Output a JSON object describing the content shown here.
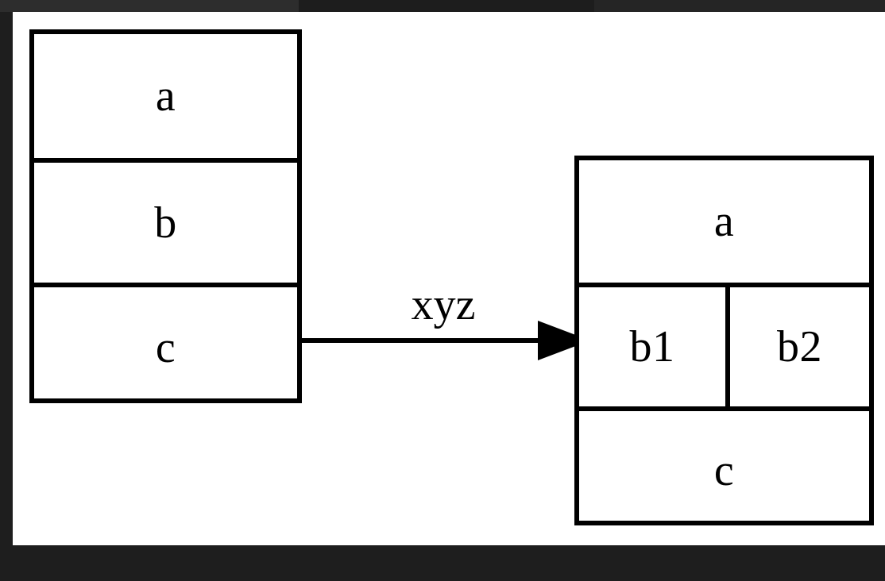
{
  "window": {
    "chrome_color": "#1e1e1e",
    "titlebar_color": "#2d2d2d",
    "canvas_color": "#ffffff"
  },
  "diagram": {
    "type": "entity-relationship",
    "stroke_color": "#000000",
    "text_color": "#000000",
    "entities": [
      {
        "id": "entity-left",
        "rows": [
          {
            "cells": [
              "a"
            ]
          },
          {
            "cells": [
              "b"
            ]
          },
          {
            "cells": [
              "c"
            ]
          }
        ]
      },
      {
        "id": "entity-right",
        "rows": [
          {
            "cells": [
              "a"
            ]
          },
          {
            "cells": [
              "b1",
              "b2"
            ]
          },
          {
            "cells": [
              "c"
            ]
          }
        ]
      }
    ],
    "relationship": {
      "label": "xyz",
      "from": "entity-left",
      "to": "entity-right",
      "arrowhead": "filled-triangle"
    }
  }
}
